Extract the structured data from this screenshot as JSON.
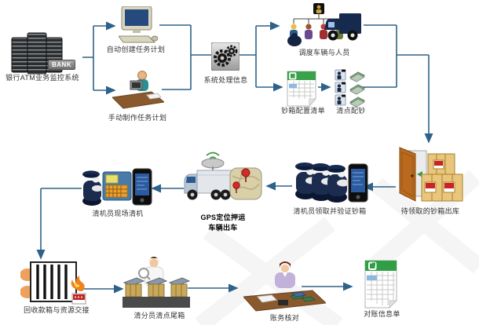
{
  "diagram": {
    "arrow_color": "#2e6289",
    "label_color": "#333333",
    "nodes": {
      "monitor": {
        "label": "银行ATM业务监控系统",
        "badge": "BANK"
      },
      "auto_task": {
        "label": "自动创建任务计划"
      },
      "manual_task": {
        "label": "手动制作任务计划"
      },
      "process": {
        "label": "系统处理信息"
      },
      "dispatch": {
        "label": "调度车辆与人员"
      },
      "config_list": {
        "label": "钞箱配置清单"
      },
      "count_cash": {
        "label": "清点配钞"
      },
      "outbound": {
        "label": "待领取的钞箱出库"
      },
      "pickup": {
        "label": "清机员领取并验证钞箱"
      },
      "gps": {
        "label_line1": "GPS定位押运",
        "label_line2": "车辆出车"
      },
      "onsite": {
        "label": "清机员现场清机"
      },
      "recycle": {
        "label": "回收款箱与资源交接"
      },
      "sort_count": {
        "label": "清分员清点尾箱"
      },
      "reconcile": {
        "label": "账务核对"
      },
      "statement": {
        "label": "对账信息单"
      }
    }
  }
}
